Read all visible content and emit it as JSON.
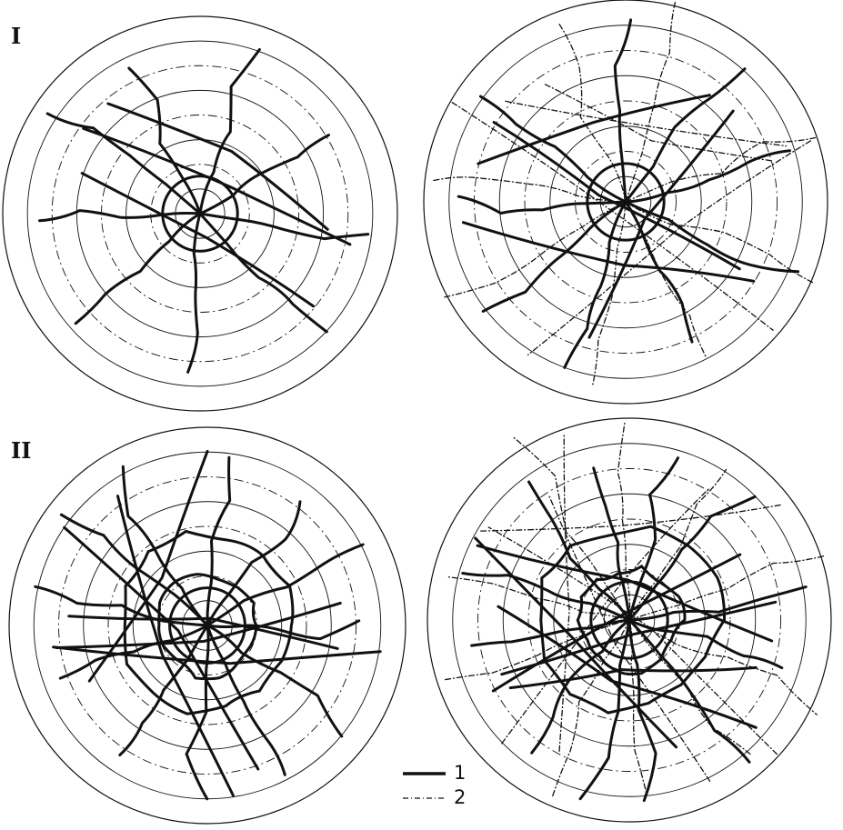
{
  "labels": {
    "row1": "I",
    "row2": "II"
  },
  "legend": [
    {
      "key": "1",
      "style": "solid"
    },
    {
      "key": "2",
      "style": "dashed"
    }
  ],
  "colors": {
    "ink": "#111111",
    "background": "#ffffff"
  }
}
